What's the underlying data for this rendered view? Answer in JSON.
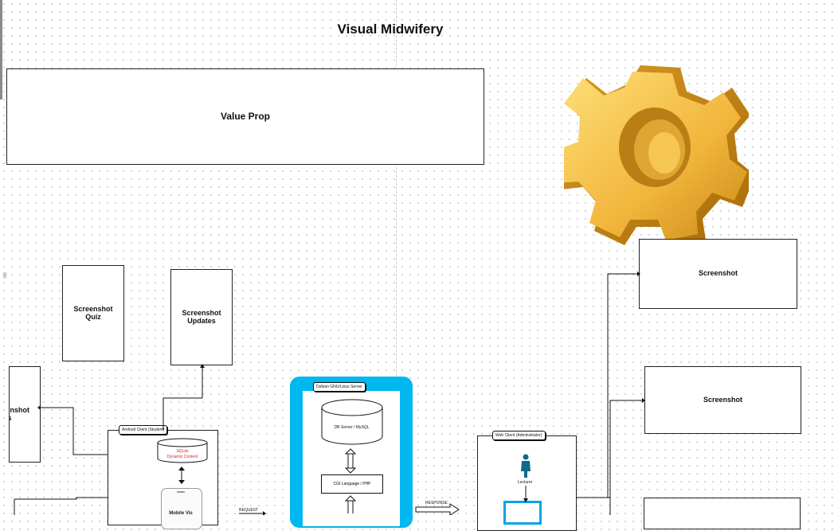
{
  "diagram": {
    "title": "Visual Midwifery",
    "value_prop": "Value Prop",
    "screenshot_quiz": "Screenshot\nQuiz",
    "screenshot_updates": "Screenshot\nUpdates",
    "screenshot_left": "Screenshot\nSlides",
    "screenshot_right_1": "Screenshot",
    "screenshot_right_2": "Screenshot",
    "android_client": "Android Client (Student)",
    "sqlite": "SQLite\nDynamic Content",
    "server_title": "Debian GNU/Linux Server",
    "db_server": "DB Server / MySQL",
    "cgi": "CGI Language / PHP",
    "web_client": "Web Client (Administrator)",
    "lecturer": "Lecturer",
    "request": "REQUEST",
    "response": "RESPONSE",
    "phone_label": "Mobile Vis"
  },
  "colors": {
    "server_blue": "#00b7ef",
    "sqlite_red": "#e02020",
    "gear_gold": "#f2b53b"
  },
  "icons": [
    "gear-icon",
    "phone-icon",
    "lecturer-icon",
    "database-icon",
    "double-arrow-icon"
  ]
}
